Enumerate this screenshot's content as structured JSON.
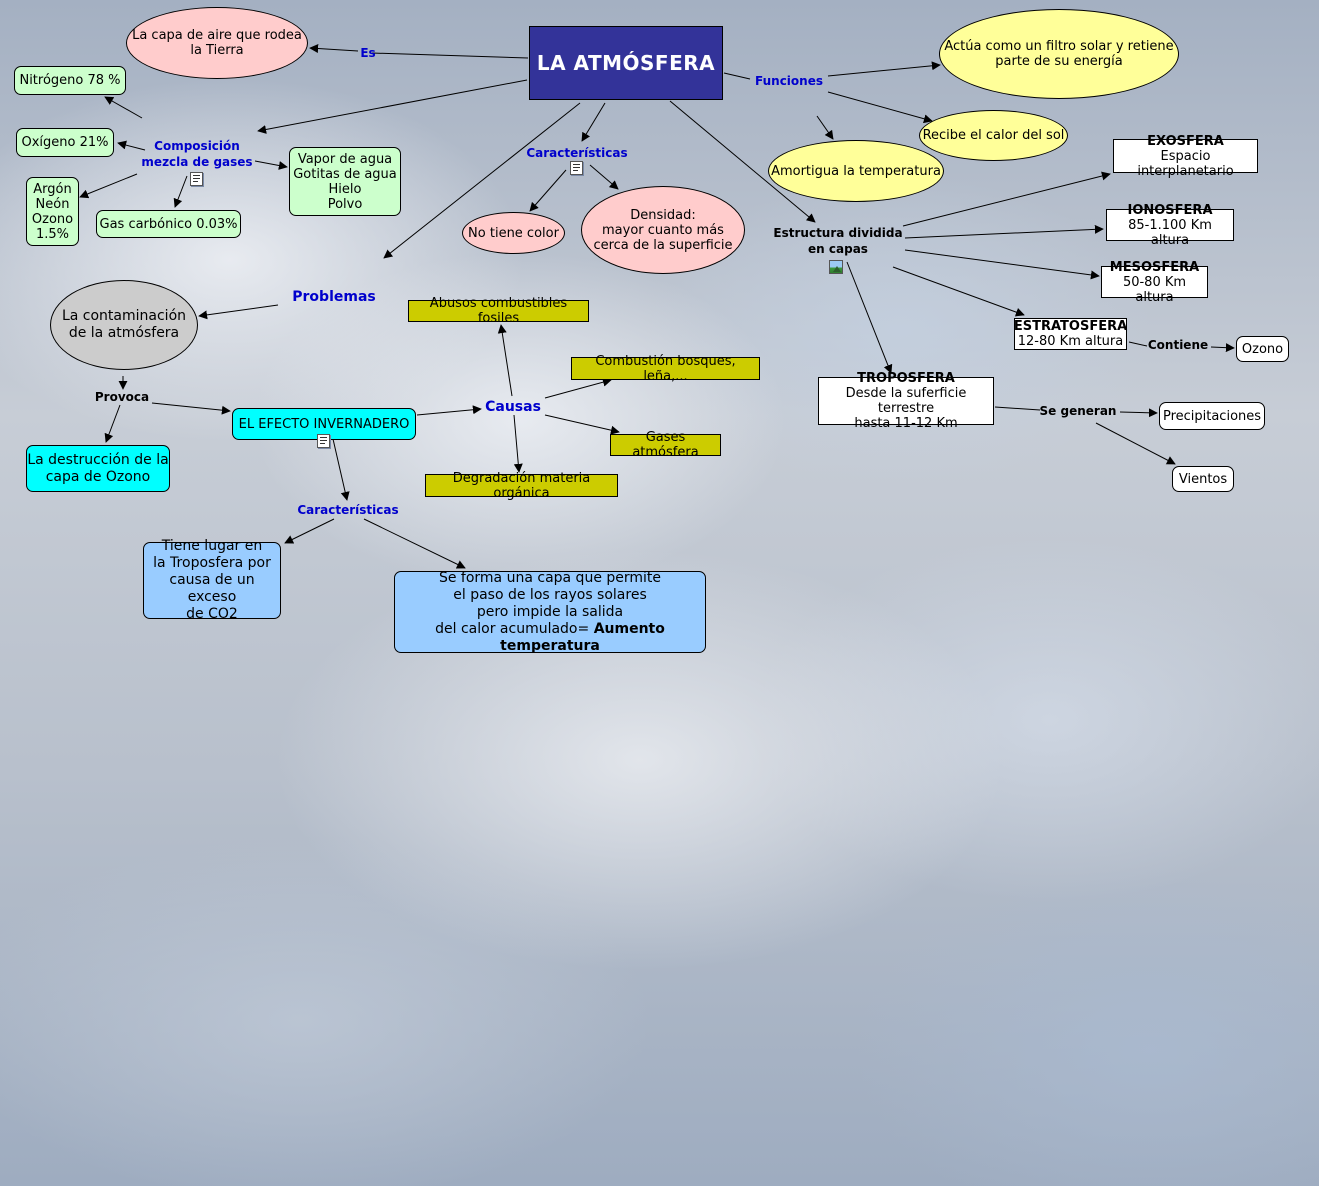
{
  "title": "LA ATMÓSFERA",
  "nodes": {
    "es_def": "La capa de aire que rodea\nla Tierra",
    "nitrogeno": "Nitrógeno 78 %",
    "oxigeno": "Oxígeno 21%",
    "argon": "Argón\nNeón\nOzono\n1.5%",
    "gas_carbonico": "Gas carbónico 0.03%",
    "vapor": "Vapor de agua\nGotitas de agua\nHielo\nPolvo",
    "no_color": "No tiene color",
    "densidad": "Densidad:\nmayor cuanto más\ncerca de la superficie",
    "filtro": "Actúa como un filtro solar y retiene\nparte de su energía",
    "calor_sol": "Recibe el calor del sol",
    "amortigua": "Amortigua la temperatura",
    "exosfera_title": "EXOSFERA",
    "exosfera_desc": "Espacio interplanetario",
    "ionosfera_title": "IONOSFERA",
    "ionosfera_desc": "85-1.100 Km altura",
    "mesosfera_title": "MESOSFERA",
    "mesosfera_desc": "50-80 Km altura",
    "estratosfera_title": "ESTRATOSFERA",
    "estratosfera_desc": "12-80 Km altura",
    "ozono": "Ozono",
    "troposfera_title": "TROPOSFERA",
    "troposfera_desc": "Desde la suferficie terrestre\nhasta 11-12 Km",
    "precipitaciones": "Precipitaciones",
    "vientos": "Vientos",
    "contaminacion": "La contaminación\nde la atmósfera",
    "destruccion": "La destrucción de la\ncapa de Ozono",
    "efecto": "EL EFECTO INVERNADERO",
    "abusos": "Abusos combustibles fosiles",
    "combustion": "Combustión bosques, leña,...",
    "gases": "Gases atmósfera",
    "degradacion": "Degradación materia orgánica",
    "tiene_lugar": "Tiene lugar en\nla Troposfera por\ncausa de un exceso\nde CO2",
    "se_forma": "Se forma una capa que permite\nel paso de los rayos solares\npero impide la salida\ndel calor acumulado= ",
    "se_forma_bold": "Aumento temperatura"
  },
  "phrases": {
    "es": "Es",
    "composicion": "Composición\nmezcla de gases",
    "caracteristicas_top": "Características",
    "funciones": "Funciones",
    "estructura": "Estructura dividida\nen capas",
    "contiene": "Contiene",
    "se_generan": "Se generan",
    "problemas": "Problemas",
    "provoca": "Provoca",
    "causas": "Causas",
    "caracteristicas_bottom": "Características"
  },
  "icons": {
    "composicion_doc": "document-icon",
    "caracteristicas_doc": "document-icon",
    "estructura_img": "image-icon",
    "efecto_doc": "document-icon"
  },
  "colors": {
    "title_bg": "#333399",
    "link_label": "#0000cc",
    "pink": "#ffcccc",
    "yellow": "#ffff99",
    "light_green": "#ccffcc",
    "gray": "#cccccc",
    "cyan": "#00ffff",
    "light_blue": "#99ccff",
    "olive": "#cccc00",
    "white": "#ffffff"
  }
}
